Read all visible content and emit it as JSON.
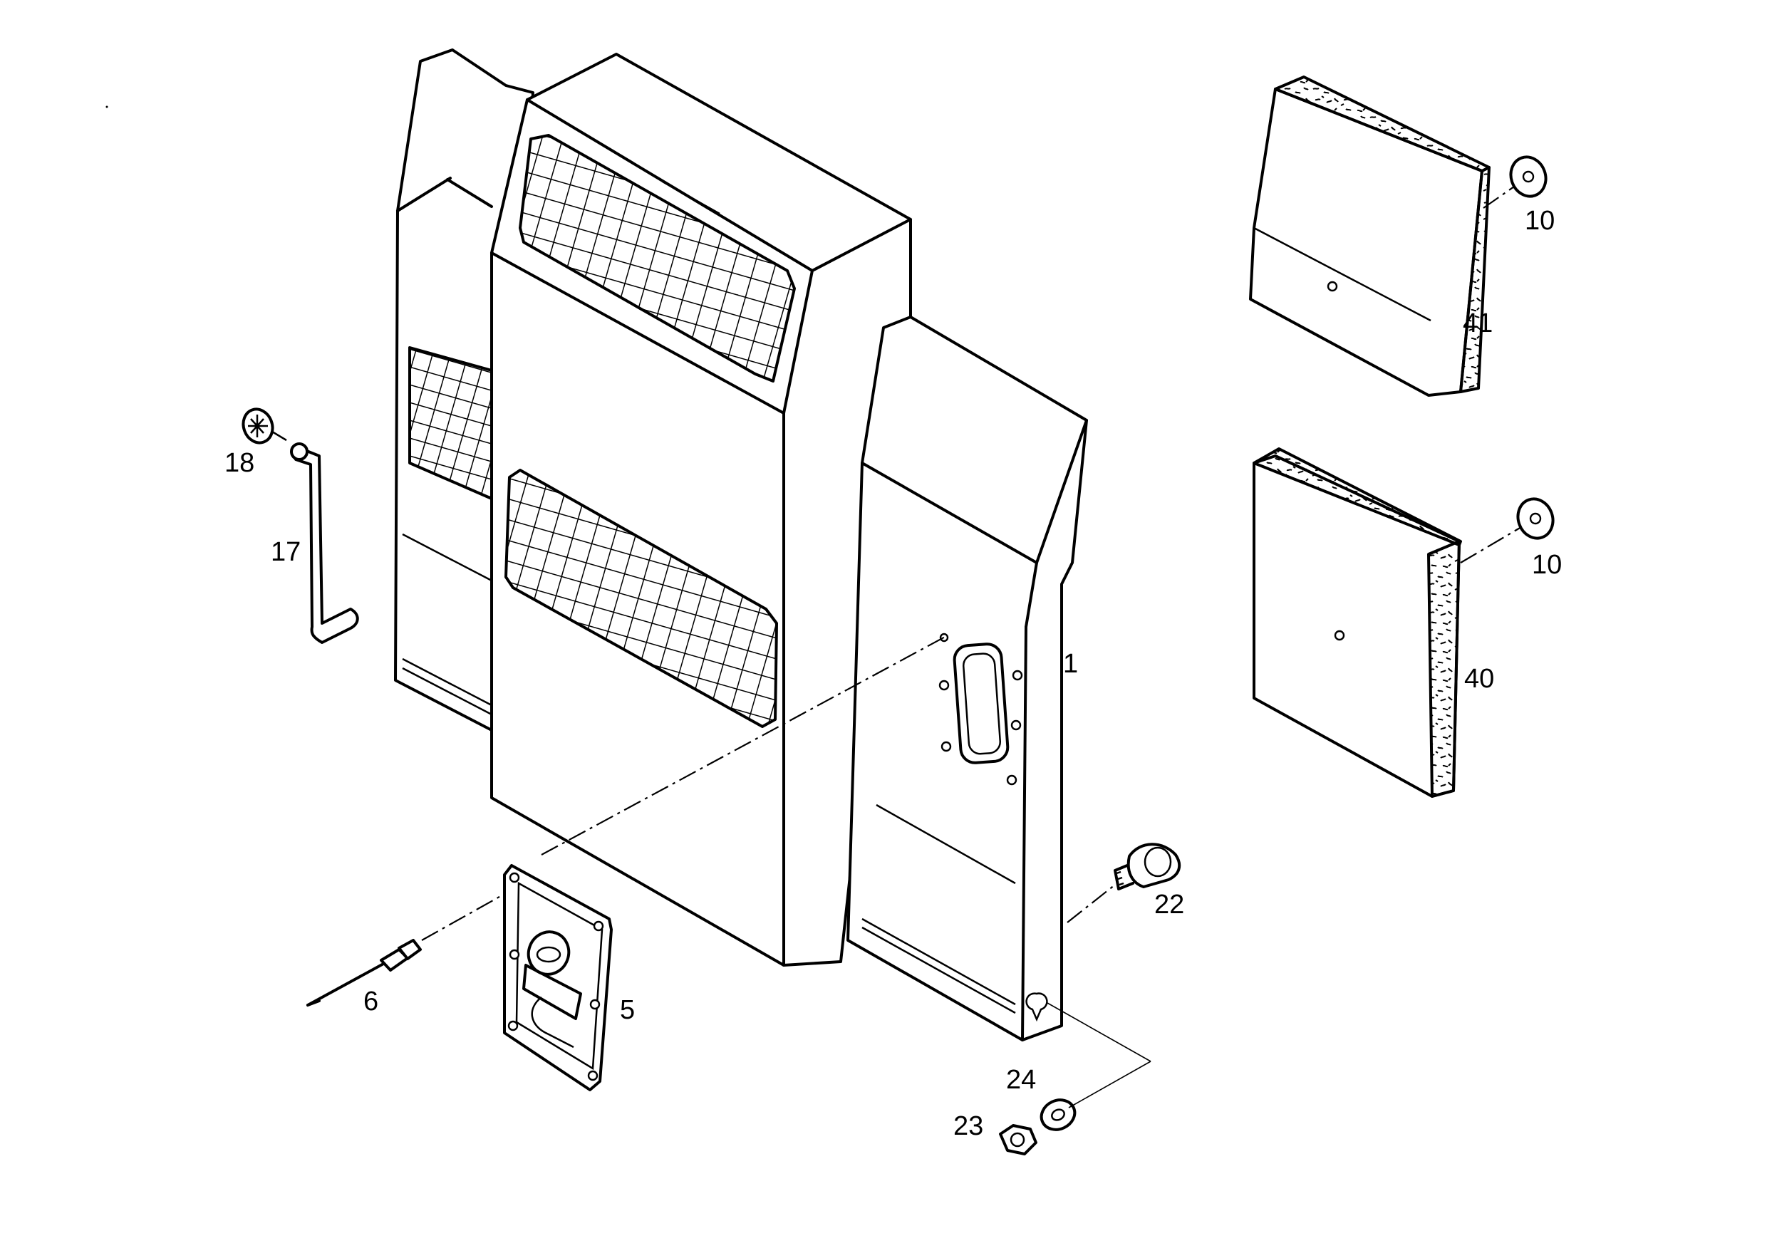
{
  "diagram": {
    "callouts": {
      "c1": "1",
      "c5": "5",
      "c6": "6",
      "c10a": "10",
      "c10b": "10",
      "c17": "17",
      "c18": "18",
      "c22": "22",
      "c23": "23",
      "c24": "24",
      "c40": "40",
      "c41": "41"
    }
  }
}
